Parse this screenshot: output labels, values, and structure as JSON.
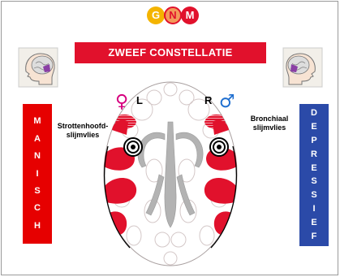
{
  "logo": {
    "letters": [
      "G",
      "N",
      "M"
    ],
    "colors": [
      "#f4b400",
      "#e85d2a",
      "#e1112c"
    ]
  },
  "title": "ZWEEF CONSTELLATIE",
  "left_side": {
    "letters": [
      "M",
      "A",
      "N",
      "I",
      "S",
      "C",
      "H"
    ],
    "color": "#e60000"
  },
  "right_side": {
    "letters": [
      "D",
      "E",
      "P",
      "R",
      "E",
      "S",
      "S",
      "I",
      "E",
      "F"
    ],
    "color": "#2b4aa8"
  },
  "hemisphere_left": "L",
  "hemisphere_right": "R",
  "female_symbol": "♀",
  "male_symbol": "♂",
  "callout_left": "Strottenhoofd-\nslijmvlies",
  "callout_right": "Bronchiaal\nslijmvlies",
  "icons": {
    "left_head": "brain-head-profile-icon",
    "right_head": "brain-head-profile-icon",
    "target": "target-ring-icon"
  },
  "colors": {
    "red": "#e1112c",
    "gray": "#b0b0b0",
    "outline": "#c8b8b8"
  }
}
